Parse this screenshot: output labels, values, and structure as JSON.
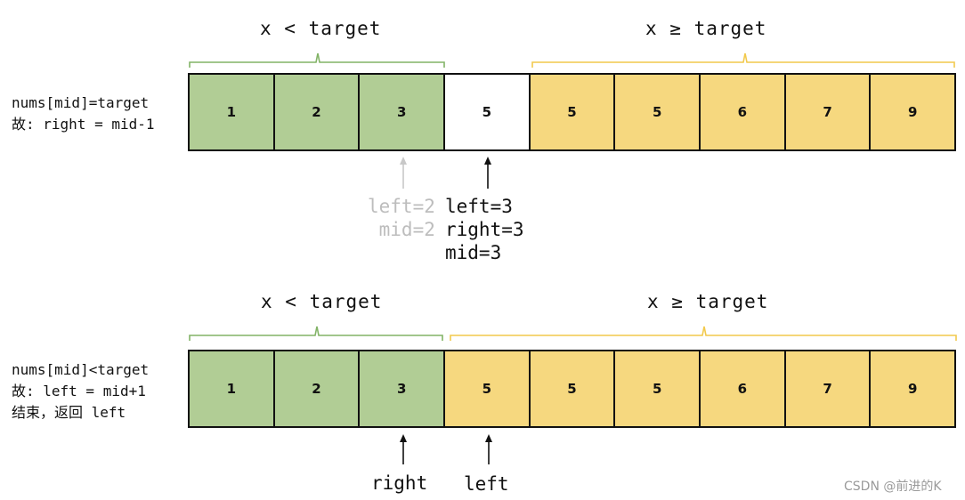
{
  "colors": {
    "green": "#b1cd95",
    "yellow": "#f6d87f",
    "white": "#ffffff",
    "green_brace": "#82b366",
    "yellow_brace": "#f2c94c"
  },
  "panel1": {
    "label_left": "x < target",
    "label_right": "x ≥ target",
    "note": [
      "nums[mid]=target",
      "故: right = mid-1"
    ],
    "cells": [
      {
        "value": "1",
        "color": "green"
      },
      {
        "value": "2",
        "color": "green"
      },
      {
        "value": "3",
        "color": "green"
      },
      {
        "value": "5",
        "color": "white"
      },
      {
        "value": "5",
        "color": "yellow"
      },
      {
        "value": "5",
        "color": "yellow"
      },
      {
        "value": "6",
        "color": "yellow"
      },
      {
        "value": "7",
        "color": "yellow"
      },
      {
        "value": "9",
        "color": "yellow"
      }
    ],
    "old_pointer": [
      "left=2",
      "mid=2"
    ],
    "new_pointer": [
      "left=3",
      "right=3",
      "mid=3"
    ]
  },
  "panel2": {
    "label_left": "x < target",
    "label_right": "x ≥ target",
    "note": [
      "nums[mid]<target",
      "故: left = mid+1",
      "结束，返回 left"
    ],
    "cells": [
      {
        "value": "1",
        "color": "green"
      },
      {
        "value": "2",
        "color": "green"
      },
      {
        "value": "3",
        "color": "green"
      },
      {
        "value": "5",
        "color": "yellow"
      },
      {
        "value": "5",
        "color": "yellow"
      },
      {
        "value": "5",
        "color": "yellow"
      },
      {
        "value": "6",
        "color": "yellow"
      },
      {
        "value": "7",
        "color": "yellow"
      },
      {
        "value": "9",
        "color": "yellow"
      }
    ],
    "right_pointer": "right",
    "left_pointer": "left"
  },
  "watermark": "CSDN @前进的K"
}
